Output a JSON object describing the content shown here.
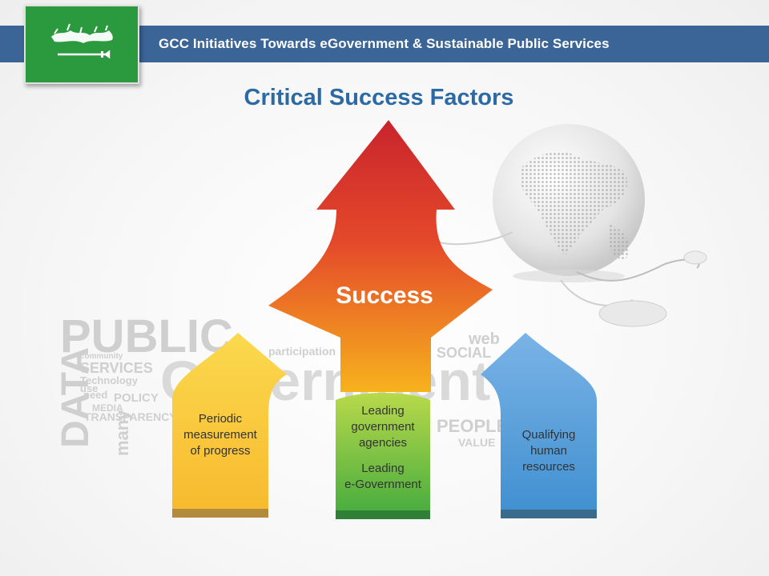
{
  "header": {
    "title": "GCC Initiatives Towards eGovernment & Sustainable Public Services"
  },
  "flag": {
    "icon": "saudi-flag-icon",
    "color": "#2b9a3e"
  },
  "page_title": "Critical Success Factors",
  "diagram": {
    "center": {
      "label": "Success",
      "colors": [
        "#d0262f",
        "#f39c1f"
      ]
    },
    "left": {
      "lines": [
        "Periodic",
        "measurement",
        "of progress"
      ],
      "color": "#f9c63e"
    },
    "middle": {
      "lines_top": [
        "Leading",
        "government",
        "agencies"
      ],
      "lines_bottom": [
        "Leading",
        "e-Government"
      ],
      "color": "#7fc34a"
    },
    "right": {
      "lines": [
        "Qualifying",
        "human",
        "resources"
      ],
      "color": "#7db3e0"
    }
  },
  "background": {
    "words": [
      "PUBLIC",
      "Government",
      "DATA",
      "SERVICES",
      "POLICY",
      "TRANSPARENCY",
      "SOCIAL",
      "PEOPLE",
      "VALUE",
      "Technology",
      "MEDIA",
      "need",
      "use",
      "many",
      "community",
      "participation",
      "web"
    ]
  }
}
